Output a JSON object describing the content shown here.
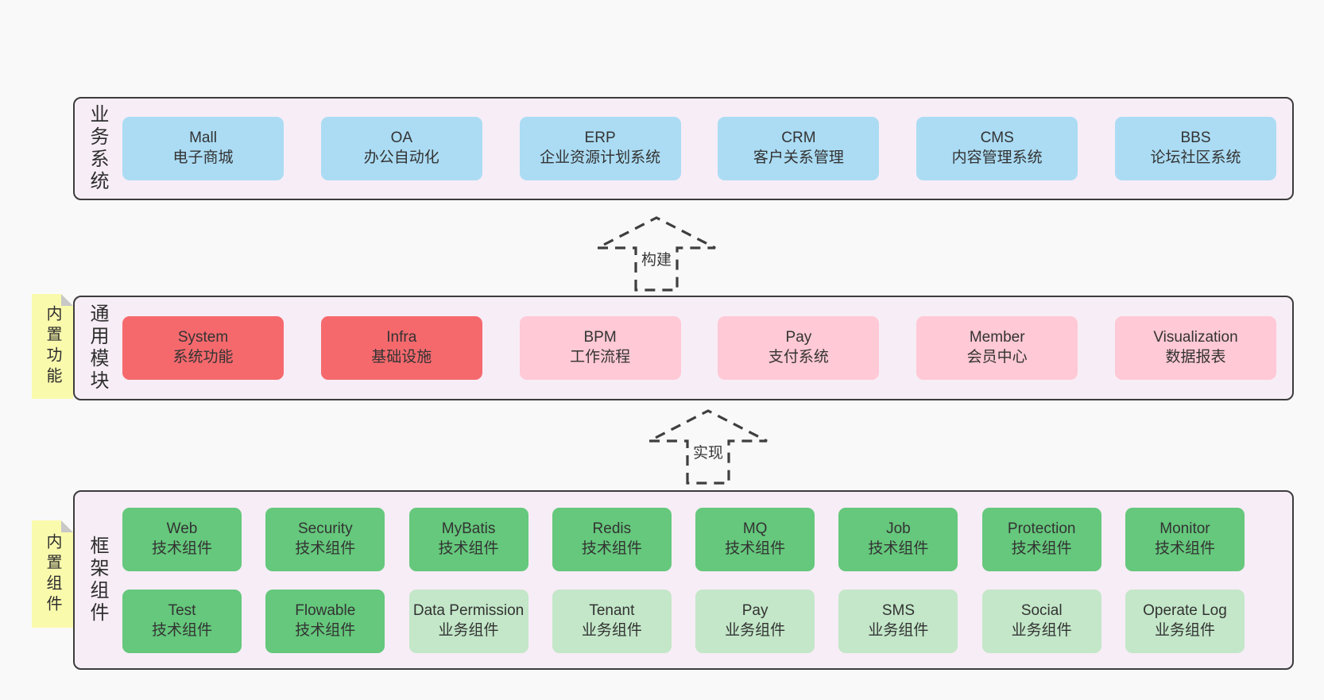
{
  "palette": {
    "page_bg": "#f9f9f9",
    "panel_bg": "#f7edf6",
    "panel_border": "#3c3c3c",
    "blue": "#abdcf4",
    "red": "#f5696d",
    "pink": "#ffc9d5",
    "green": "#65c87c",
    "light_green": "#c3e7c8",
    "sticky_yellow": "#fafaad",
    "sticky_fold": "#c8c8c8",
    "text": "#333333"
  },
  "sections": [
    {
      "id": "business-systems",
      "side_label": "业务系统",
      "sticky": null,
      "rows": [
        [
          {
            "title": "Mall",
            "subtitle": "电子商城",
            "variant": "blue"
          },
          {
            "title": "OA",
            "subtitle": "办公自动化",
            "variant": "blue"
          },
          {
            "title": "ERP",
            "subtitle": "企业资源计划系统",
            "variant": "blue"
          },
          {
            "title": "CRM",
            "subtitle": "客户关系管理",
            "variant": "blue"
          },
          {
            "title": "CMS",
            "subtitle": "内容管理系统",
            "variant": "blue"
          },
          {
            "title": "BBS",
            "subtitle": "论坛社区系统",
            "variant": "blue"
          }
        ]
      ]
    },
    {
      "id": "common-modules",
      "side_label": "通用模块",
      "sticky": "内置功能",
      "rows": [
        [
          {
            "title": "System",
            "subtitle": "系统功能",
            "variant": "red"
          },
          {
            "title": "Infra",
            "subtitle": "基础设施",
            "variant": "red"
          },
          {
            "title": "BPM",
            "subtitle": "工作流程",
            "variant": "pink"
          },
          {
            "title": "Pay",
            "subtitle": "支付系统",
            "variant": "pink"
          },
          {
            "title": "Member",
            "subtitle": "会员中心",
            "variant": "pink"
          },
          {
            "title": "Visualization",
            "subtitle": "数据报表",
            "variant": "pink"
          }
        ]
      ]
    },
    {
      "id": "framework-components",
      "side_label": "框架组件",
      "sticky": "内置组件",
      "rows": [
        [
          {
            "title": "Web",
            "subtitle": "技术组件",
            "variant": "green"
          },
          {
            "title": "Security",
            "subtitle": "技术组件",
            "variant": "green"
          },
          {
            "title": "MyBatis",
            "subtitle": "技术组件",
            "variant": "green"
          },
          {
            "title": "Redis",
            "subtitle": "技术组件",
            "variant": "green"
          },
          {
            "title": "MQ",
            "subtitle": "技术组件",
            "variant": "green"
          },
          {
            "title": "Job",
            "subtitle": "技术组件",
            "variant": "green"
          },
          {
            "title": "Protection",
            "subtitle": "技术组件",
            "variant": "green"
          },
          {
            "title": "Monitor",
            "subtitle": "技术组件",
            "variant": "green"
          }
        ],
        [
          {
            "title": "Test",
            "subtitle": "技术组件",
            "variant": "green"
          },
          {
            "title": "Flowable",
            "subtitle": "技术组件",
            "variant": "green"
          },
          {
            "title": "Data Permission",
            "subtitle": "业务组件",
            "variant": "light_green"
          },
          {
            "title": "Tenant",
            "subtitle": "业务组件",
            "variant": "light_green"
          },
          {
            "title": "Pay",
            "subtitle": "业务组件",
            "variant": "light_green"
          },
          {
            "title": "SMS",
            "subtitle": "业务组件",
            "variant": "light_green"
          },
          {
            "title": "Social",
            "subtitle": "业务组件",
            "variant": "light_green"
          },
          {
            "title": "Operate Log",
            "subtitle": "业务组件",
            "variant": "light_green"
          }
        ]
      ]
    }
  ],
  "arrows": [
    {
      "label": "构建"
    },
    {
      "label": "实现"
    }
  ]
}
